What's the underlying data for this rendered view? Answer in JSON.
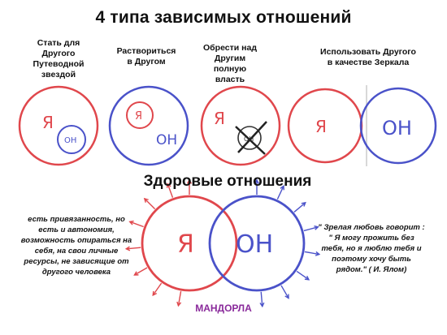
{
  "title": "4 типа зависимых отношений",
  "types": [
    {
      "caption": [
        "Стать для",
        "Другого",
        "Путеводной",
        "звездой"
      ]
    },
    {
      "caption": [
        "Раствориться",
        "в Другом"
      ]
    },
    {
      "caption": [
        "Обрести над",
        "Другим",
        "полную",
        "власть"
      ]
    },
    {
      "caption": [
        "Использовать  Другого",
        "в качестве Зеркала"
      ]
    }
  ],
  "labels": {
    "ya": "Я",
    "on": "ОН"
  },
  "healthy": {
    "title": "Здоровые отношения",
    "left_text": [
      "есть привязанность,  но",
      "есть и автономия,",
      "возможность опираться на",
      "себя, на свои личные",
      "ресурсы, не зависящие  от",
      "другого человека"
    ],
    "right_text": [
      "\" Зрелая любовь говорит :",
      "\" Я могу прожить без",
      "тебя, но я люблю тебя и",
      "поэтому хочу быть",
      "рядом.\"  ( И. Ялом)"
    ],
    "mandorla": "МАНДОРЛА"
  },
  "colors": {
    "red": "#e0474c",
    "blue": "#4a52c9",
    "dark": "#333333",
    "mandorla": "#8a2a9b"
  }
}
